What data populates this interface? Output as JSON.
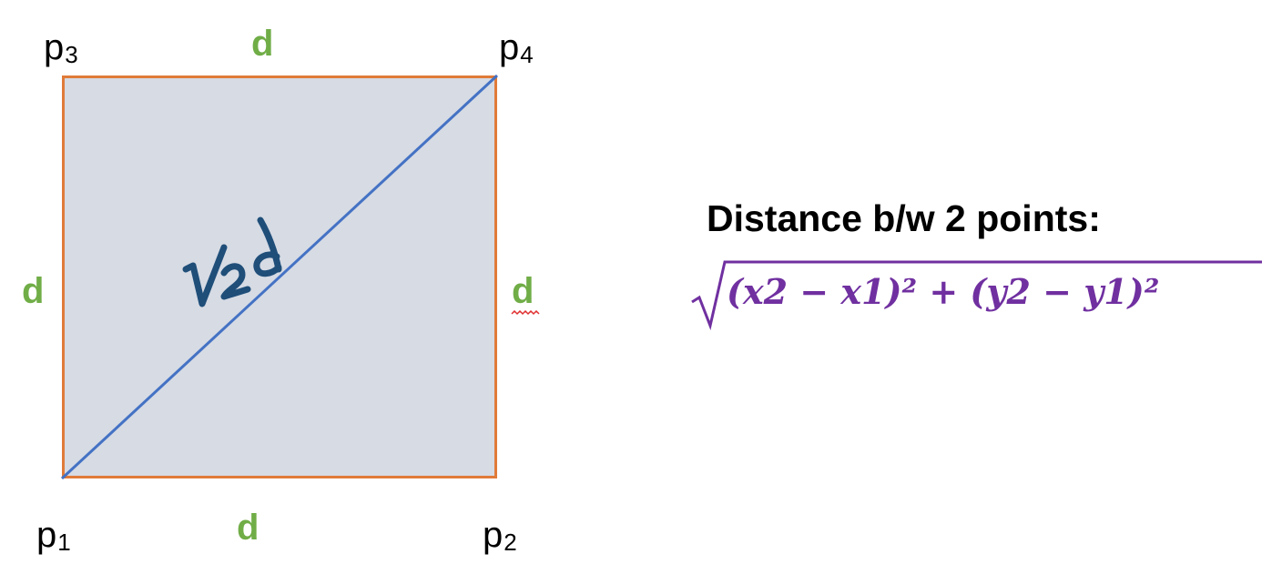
{
  "points": {
    "p1": {
      "letter": "p",
      "index": "1"
    },
    "p2": {
      "letter": "p",
      "index": "2"
    },
    "p3": {
      "letter": "p",
      "index": "3"
    },
    "p4": {
      "letter": "p",
      "index": "4"
    }
  },
  "sides": {
    "top": "d",
    "bottom": "d",
    "left": "d",
    "right": "d"
  },
  "diagonal_annotation": "√2d",
  "heading": "Distance b/w 2 points:",
  "formula": "(x2 − x1)² + (y2 − y1)²",
  "colors": {
    "square_fill": "#d6dbe4",
    "square_border": "#e07b39",
    "diagonal": "#4472c4",
    "handwriting": "#1f4e79",
    "side_label": "#70ad47",
    "formula": "#7030a0"
  }
}
